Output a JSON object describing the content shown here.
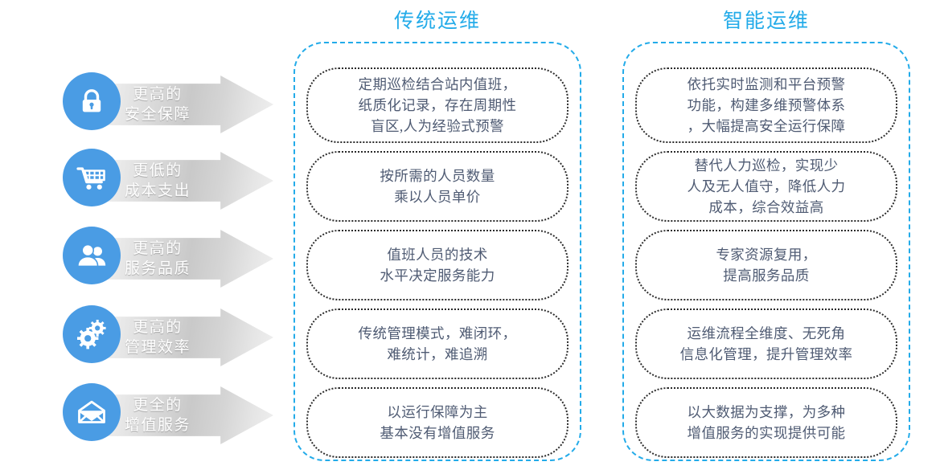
{
  "palette": {
    "icon_circle_blue": "#4a9ce4",
    "frame_blue": "#23abe9",
    "header_blue": "#23abe9",
    "card_border": "#2b2b2b",
    "card_text": "#4f5b73",
    "arrow_label": "#ffffff",
    "background": "#ffffff"
  },
  "benefits": [
    {
      "icon": "lock-icon",
      "label": "更高的\n安全保障"
    },
    {
      "icon": "cart-icon",
      "label": "更低的\n成本支出"
    },
    {
      "icon": "people-icon",
      "label": "更高的\n服务品质"
    },
    {
      "icon": "gears-icon",
      "label": "更高的\n管理效率"
    },
    {
      "icon": "envelope-icon",
      "label": "更全的\n增值服务"
    }
  ],
  "columns": [
    {
      "title": "传统运维",
      "cards": [
        "定期巡检结合站内值班，\n纸质化记录，存在周期性\n盲区,人为经验式预警",
        "按所需的人员数量\n乘以人员单价",
        "值班人员的技术\n水平决定服务能力",
        "传统管理模式，难闭环，\n难统计，难追溯",
        "以运行保障为主\n基本没有增值服务"
      ]
    },
    {
      "title": "智能运维",
      "cards": [
        "依托实时监测和平台预警\n功能，构建多维预警体系\n，大幅提高安全运行保障",
        "替代人力巡检，实现少\n人及无人值守，降低人力\n成本，综合效益高",
        "专家资源复用，\n提高服务品质",
        "运维流程全维度、无死角\n信息化管理，提升管理效率",
        "以大数据为支撑，为多种\n增值服务的实现提供可能"
      ]
    }
  ]
}
